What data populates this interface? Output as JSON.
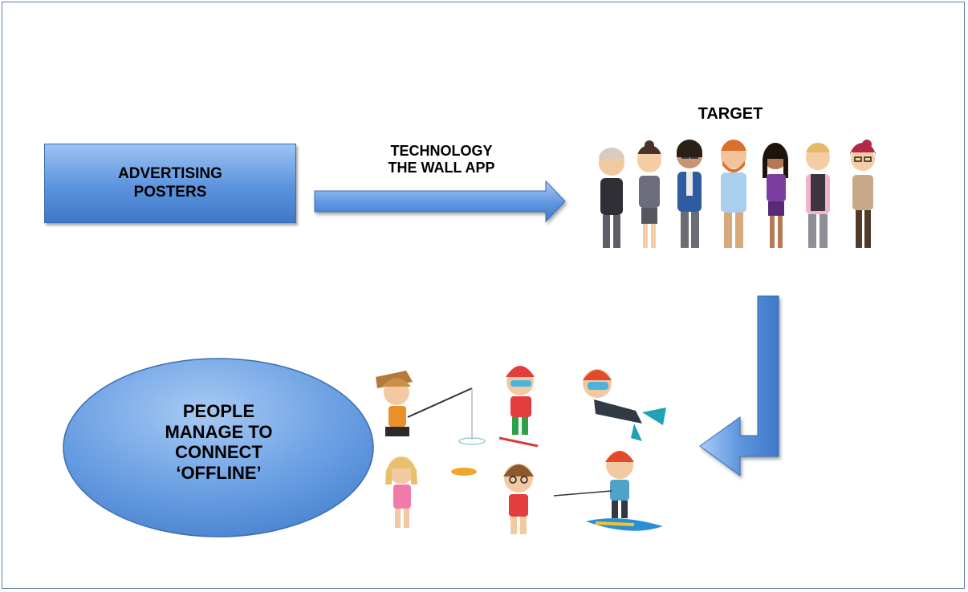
{
  "diagram": {
    "posters_box_label": "ADVERTISING\nPOSTERS",
    "arrow_label": "TECHNOLOGY\nTHE WALL APP",
    "target_label": "TARGET",
    "oval_label": "PEOPLE\nMANAGE TO\nCONNECT\n‘OFFLINE’"
  },
  "colors": {
    "box_fill": "#5b93de",
    "arrow_fill": "#5b93de",
    "frame_border": "#5b7fa6"
  }
}
